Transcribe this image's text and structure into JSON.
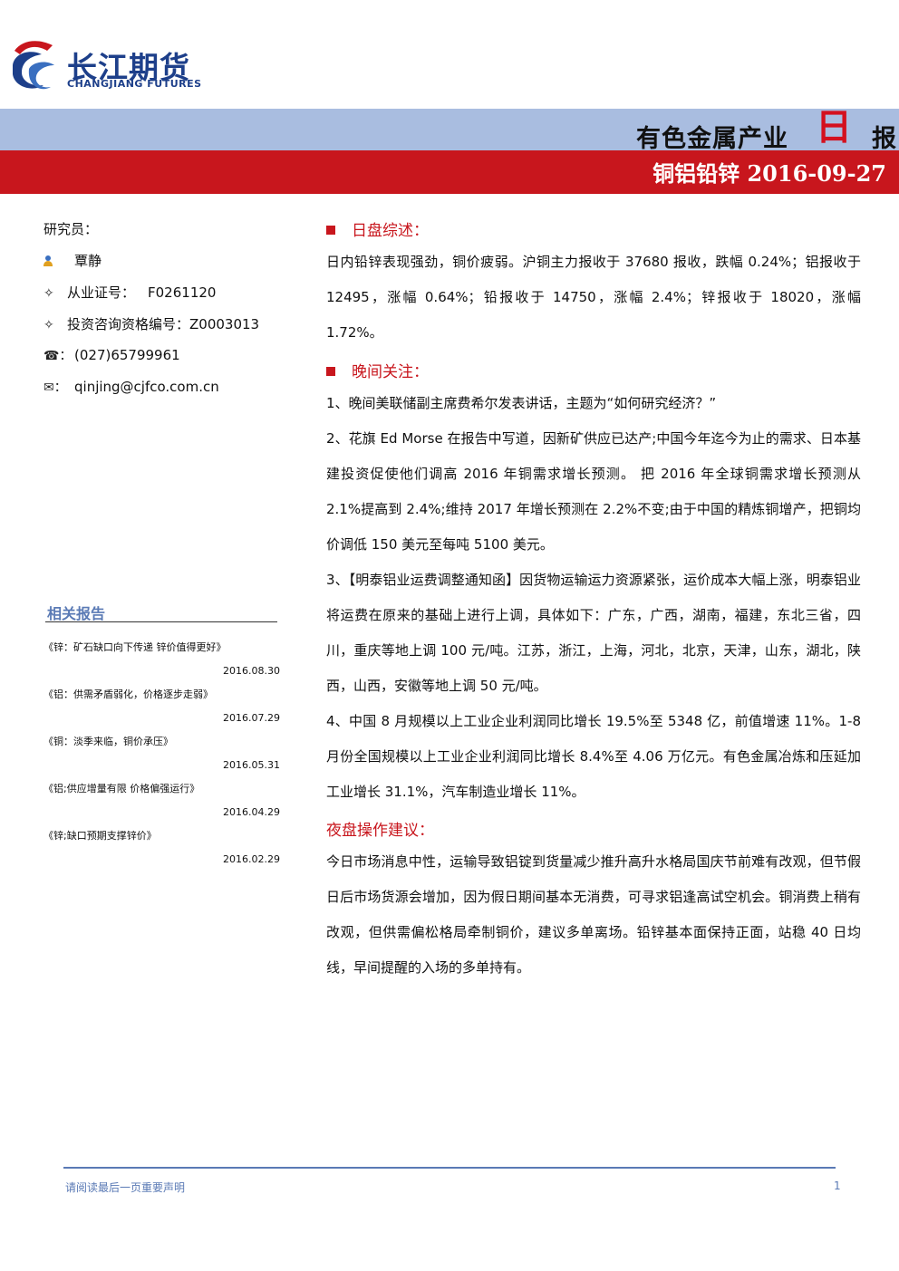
{
  "header": {
    "logo_cn": "长江期货",
    "logo_en": "CHANGJIANG FUTURES",
    "band_title": "有色金属产业",
    "band_ri": "日",
    "band_bao": "报",
    "subtitle": "铜铝铅锌 2016-09-27",
    "colors": {
      "blue_band": "#a9bde0",
      "red_band": "#c8161d",
      "logo": "#1d3f8a"
    }
  },
  "analyst": {
    "label": "研究员：",
    "name": "覃静",
    "cert_label": "从业证号：",
    "cert_value": "F0261120",
    "license_label": "投资咨询资格编号：",
    "license_value": "Z0003013",
    "phone_icon": "☎：",
    "phone": "(027)65799961",
    "email_icon": "✉：",
    "email": "qinjing@cjfco.com.cn",
    "bullet": "✧"
  },
  "related": {
    "title": "相关报告",
    "items": [
      {
        "title": "《锌：矿石缺口向下传递  锌价值得更好》",
        "date": "2016.08.30"
      },
      {
        "title": "《铝：供需矛盾弱化，价格逐步走弱》",
        "date": "2016.07.29"
      },
      {
        "title": "《铜：淡季来临，铜价承压》",
        "date": "2016.05.31"
      },
      {
        "title": "《铝;供应增量有限  价格偏强运行》",
        "date": "2016.04.29"
      },
      {
        "title": "《锌;缺口预期支撑锌价》",
        "date": "2016.02.29"
      }
    ]
  },
  "sections": {
    "day_title": "日盘综述：",
    "day_text": "日内铅锌表现强劲，铜价疲弱。沪铜主力报收于 37680 报收，跌幅 0.24%；铝报收于 12495，涨幅 0.64%；铅报收于 14750，涨幅 2.4%；锌报收于 18020，涨幅 1.72%。",
    "evening_title": "晚间关注：",
    "evening_items": [
      "1、晚间美联储副主席费希尔发表讲话，主题为“如何研究经济？”",
      "2、花旗 Ed Morse 在报告中写道，因新矿供应已达产;中国今年迄今为止的需求、日本基建投资促使他们调高 2016 年铜需求增长预测。 把 2016 年全球铜需求增长预测从 2.1%提高到 2.4%;维持 2017 年增长预测在 2.2%不变;由于中国的精炼铜增产，把铜均价调低 150 美元至每吨 5100 美元。",
      "3、【明泰铝业运费调整通知函】因货物运输运力资源紧张，运价成本大幅上涨，明泰铝业将运费在原来的基础上进行上调，具体如下：广东，广西，湖南，福建，东北三省，四川，重庆等地上调 100 元/吨。江苏，浙江，上海，河北，北京，天津，山东，湖北，陕西，山西，安徽等地上调 50 元/吨。",
      "4、中国 8 月规模以上工业企业利润同比增长 19.5%至 5348 亿，前值增速 11%。1-8 月份全国规模以上工业企业利润同比增长 8.4%至 4.06 万亿元。有色金属冶炼和压延加工业增长 31.1%，汽车制造业增长 11%。"
    ],
    "night_title": "夜盘操作建议：",
    "night_text": "今日市场消息中性，运输导致铝锭到货量减少推升高升水格局国庆节前难有改观，但节假日后市场货源会增加，因为假日期间基本无消费，可寻求铝逢高试空机会。铜消费上稍有改观，但供需偏松格局牵制铜价，建议多单离场。铅锌基本面保持正面，站稳 40 日均线，早间提醒的入场的多单持有。"
  },
  "footer": {
    "disclaimer": "请阅读最后一页重要声明",
    "page": "1"
  }
}
